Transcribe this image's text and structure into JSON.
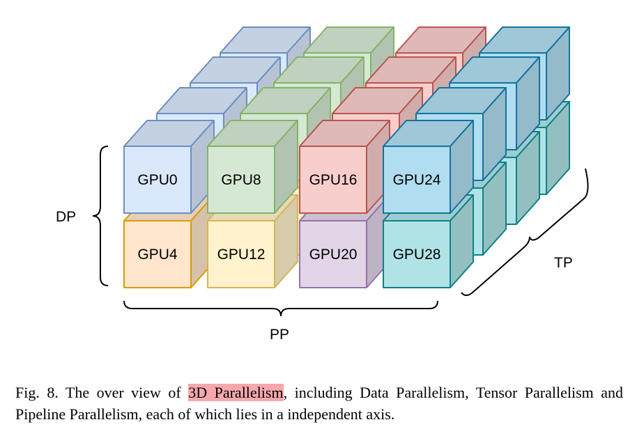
{
  "diagram": {
    "gpu_labels": [
      "GPU0",
      "GPU8",
      "GPU16",
      "GPU24",
      "GPU4",
      "GPU12",
      "GPU20",
      "GPU28"
    ],
    "axis_labels": {
      "dp": "DP",
      "pp": "PP",
      "tp": "TP"
    },
    "colors": {
      "blue": {
        "fill": "#dae8fc",
        "stroke": "#6c8ebf"
      },
      "green": {
        "fill": "#d5e8d4",
        "stroke": "#82b366"
      },
      "red": {
        "fill": "#f8cecc",
        "stroke": "#b85450"
      },
      "cyan": {
        "fill": "#b1ddf0",
        "stroke": "#10739e"
      },
      "orange": {
        "fill": "#ffe6cc",
        "stroke": "#d79b00"
      },
      "yellow": {
        "fill": "#fff2cc",
        "stroke": "#d6b656"
      },
      "purple": {
        "fill": "#e1d5e7",
        "stroke": "#9673a6"
      },
      "teal": {
        "fill": "#b0e3e6",
        "stroke": "#0e8088"
      }
    }
  },
  "caption": {
    "prefix": "Fig. 8.  The over view of ",
    "highlight": "3D Parallelism",
    "suffix": ", including Data Parallelism, Tensor Parallelism and Pipeline Parallelism, each of which lies in a independent axis."
  }
}
